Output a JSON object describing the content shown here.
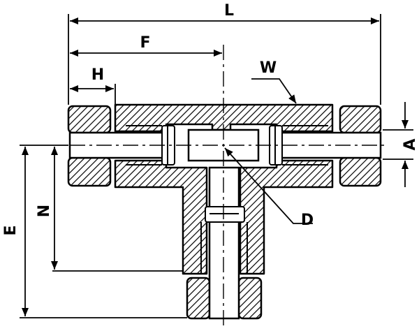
{
  "diagram": {
    "colors": {
      "ink": "#000000",
      "paper": "#ffffff"
    },
    "dimension_labels": {
      "L": "L",
      "F": "F",
      "H": "H",
      "W": "W",
      "A": "A",
      "D": "D",
      "N": "N",
      "E": "E"
    }
  }
}
